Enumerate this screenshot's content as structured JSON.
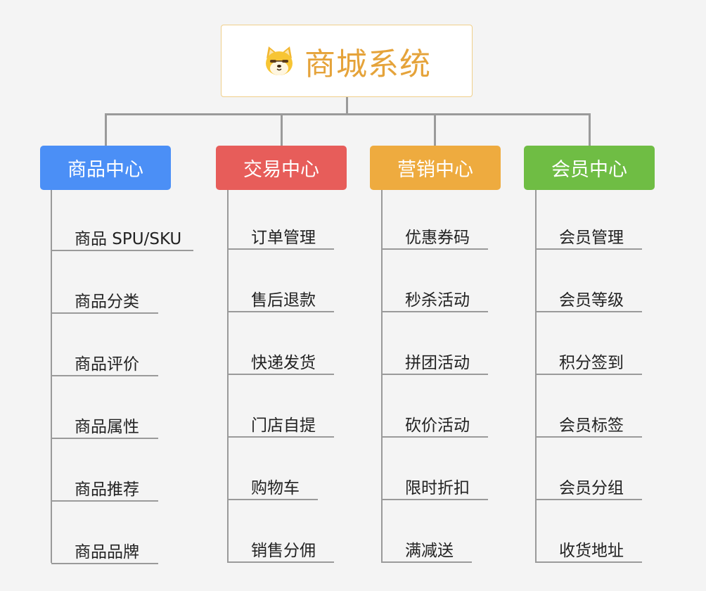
{
  "root": {
    "title": "商城系统",
    "icon": "shiba-dog-icon",
    "title_color": "#e5a33a"
  },
  "categories": [
    {
      "label": "商品中心",
      "color": "#4b8ff6",
      "items": [
        "商品 SPU/SKU",
        "商品分类",
        "商品评价",
        "商品属性",
        "商品推荐",
        "商品品牌"
      ]
    },
    {
      "label": "交易中心",
      "color": "#e75d5a",
      "items": [
        "订单管理",
        "售后退款",
        "快递发货",
        "门店自提",
        "购物车",
        "销售分佣"
      ]
    },
    {
      "label": "营销中心",
      "color": "#eeab3f",
      "items": [
        "优惠券码",
        "秒杀活动",
        "拼团活动",
        "砍价活动",
        "限时折扣",
        "满减送"
      ]
    },
    {
      "label": "会员中心",
      "color": "#6fbd44",
      "items": [
        "会员管理",
        "会员等级",
        "积分签到",
        "会员标签",
        "会员分组",
        "收货地址"
      ]
    }
  ]
}
